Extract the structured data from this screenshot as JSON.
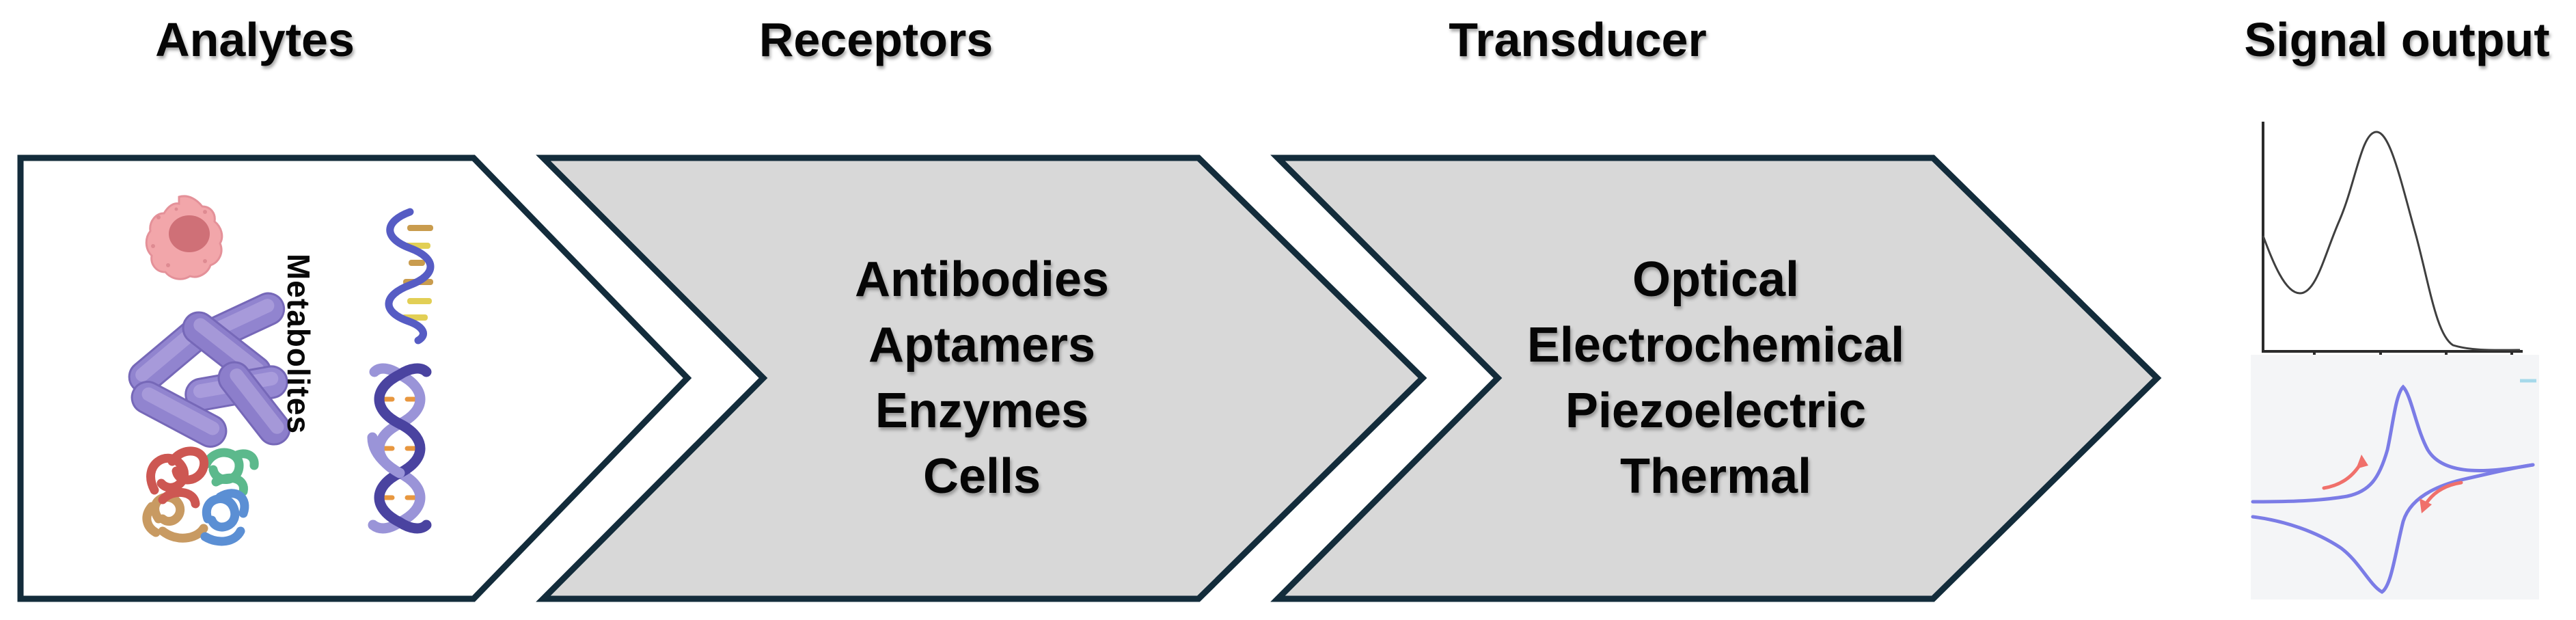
{
  "titles": {
    "analytes": "Analytes",
    "receptors": "Receptors",
    "transducer": "Transducer",
    "signal_output": "Signal output"
  },
  "analytes": {
    "rotated_label": "Metabolites",
    "icons": [
      "cell-icon",
      "bacteria-icon",
      "protein-icon",
      "ssdna-icon",
      "dna-double-helix-icon"
    ]
  },
  "receptors": {
    "items": [
      "Antibodies",
      "Aptamers",
      "Enzymes",
      "Cells"
    ]
  },
  "transducer": {
    "items": [
      "Optical",
      "Electrochemical",
      "Piezoelectric",
      "Thermal"
    ]
  },
  "signal_output": {
    "plots": [
      {
        "name": "spectrum-peak-plot",
        "line_color": "#3f3f3f",
        "axis_color": "#2b2b2b"
      },
      {
        "name": "cyclic-voltammogram-plot",
        "line_color": "#7b7ce6",
        "arrow_color": "#f0706b",
        "background": "#f4f5f7"
      }
    ]
  },
  "colors": {
    "chevron_border": "#132c3b",
    "chevron_fill_gray": "#d8d8d8",
    "chevron_fill_white": "#ffffff",
    "text": "#060606"
  }
}
